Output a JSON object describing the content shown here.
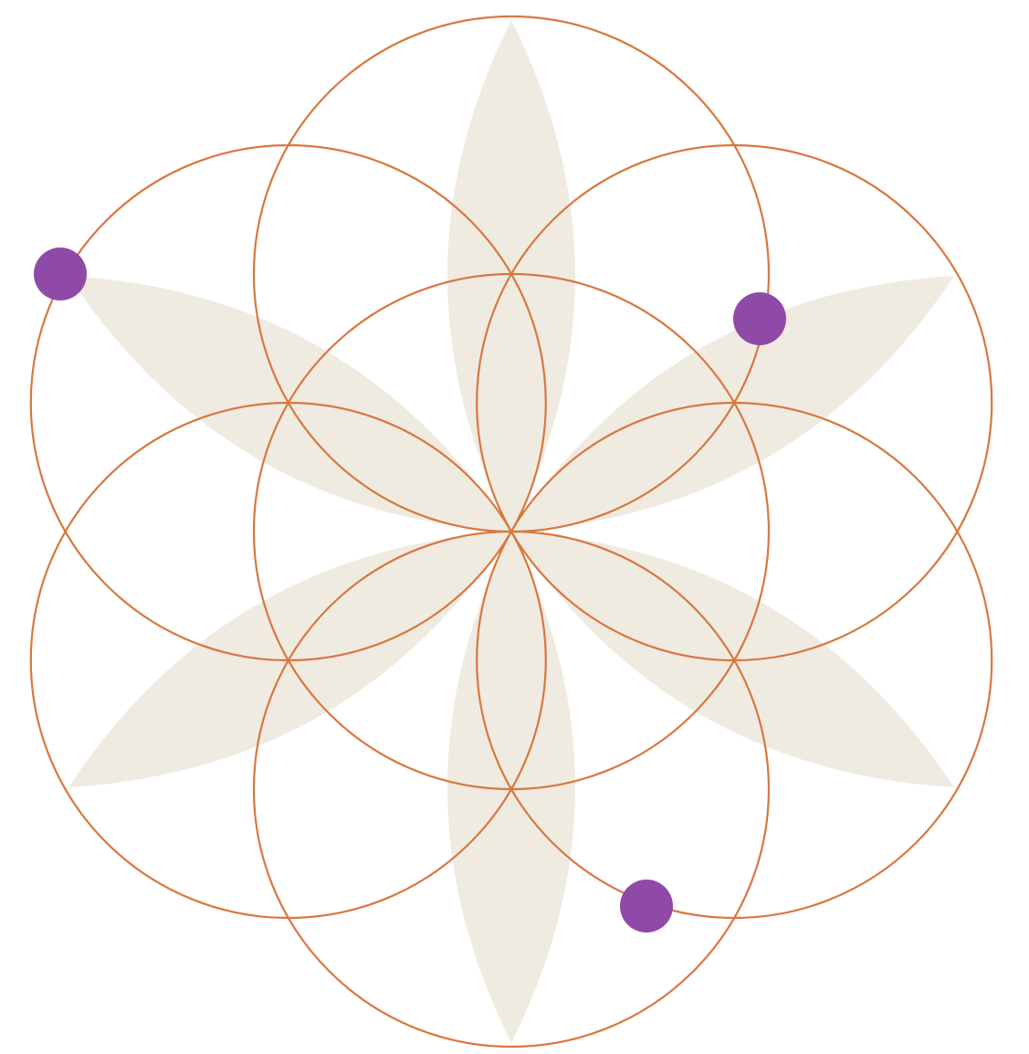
{
  "diagram": {
    "type": "seed-of-life",
    "circle_count": 7,
    "petal_count": 6,
    "marker_count": 3,
    "colors": {
      "background": "#ffffff",
      "circle_stroke": "#d9773f",
      "petal_fill": "#ece8dc",
      "marker_fill": "#8e4aa6"
    }
  }
}
